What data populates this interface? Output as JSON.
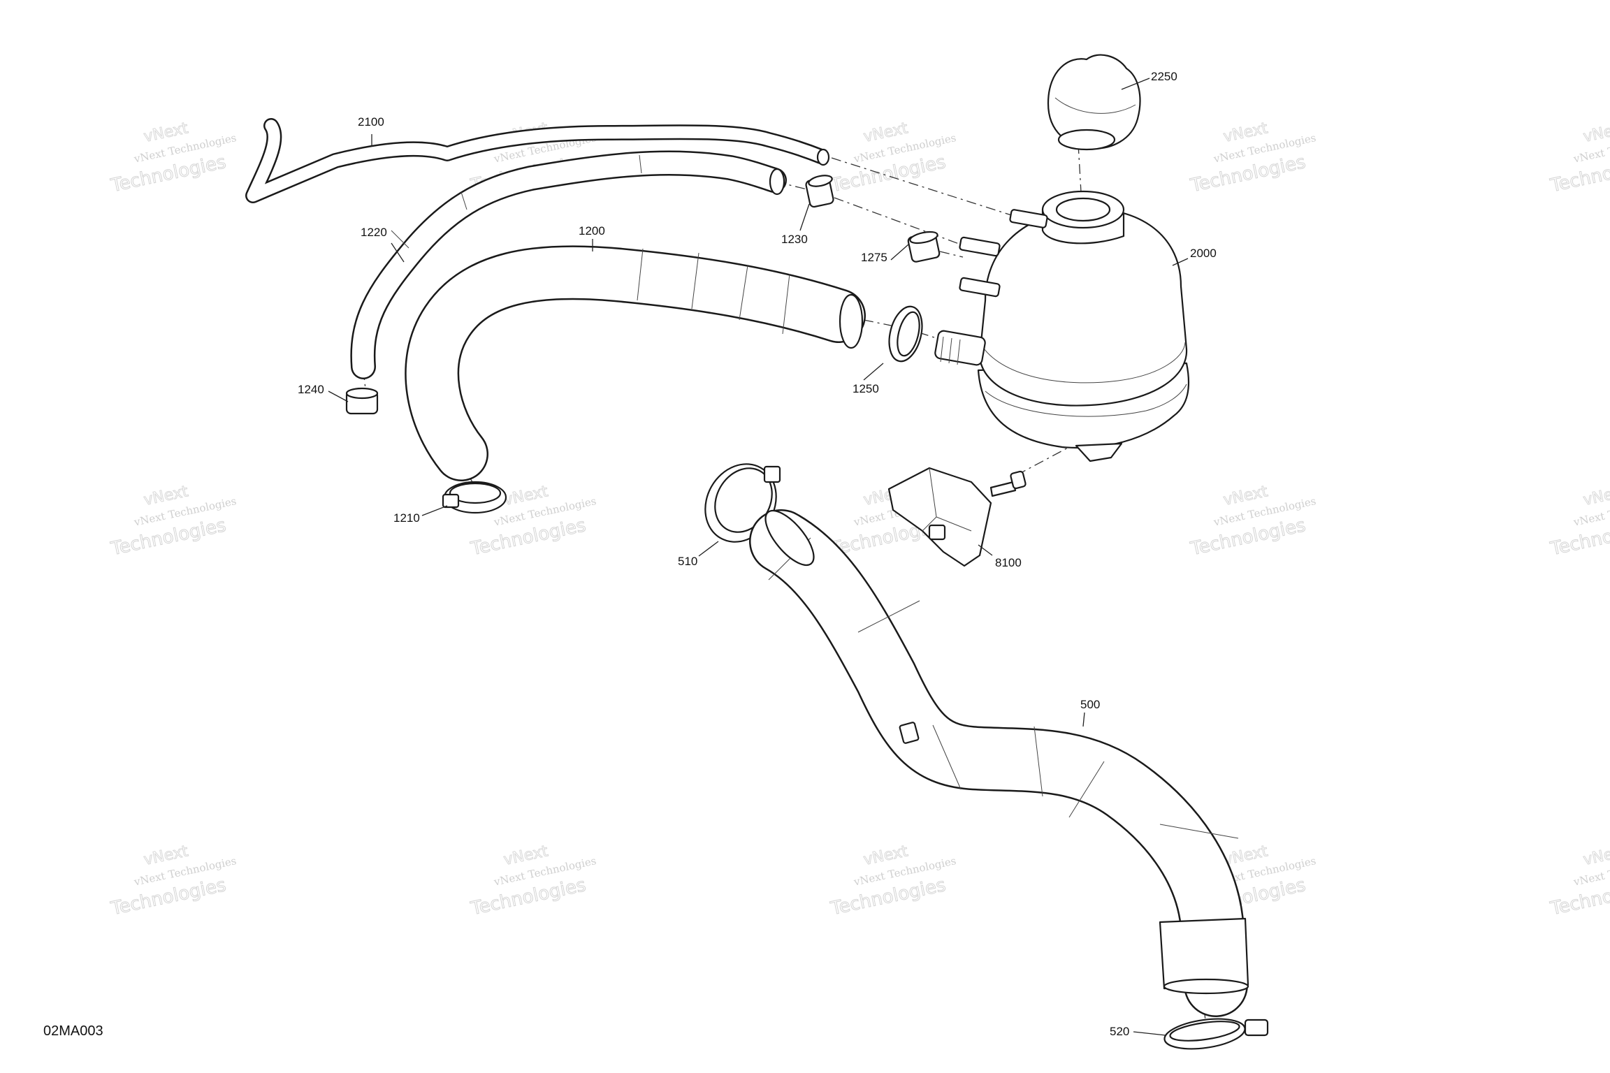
{
  "drawing": {
    "reference": "02MA003",
    "watermark": {
      "line1": "vNext Technologies",
      "line2": "Technologies",
      "line3": "vNext"
    },
    "callouts": {
      "p2250": "2250",
      "p2100": "2100",
      "p1230": "1230",
      "p1220": "1220",
      "p1200": "1200",
      "p1275": "1275",
      "p2000": "2000",
      "p1240": "1240",
      "p1250": "1250",
      "p1210": "1210",
      "p510": "510",
      "p8100": "8100",
      "p500": "500",
      "p520": "520"
    }
  }
}
